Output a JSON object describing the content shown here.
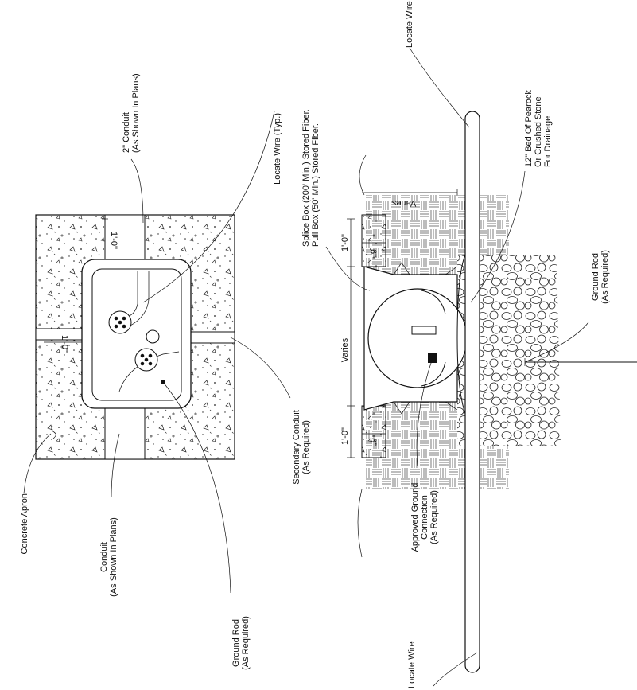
{
  "labels": {
    "locate_wire_typ": "Locate Wire (Typ.)",
    "conduit_2in_l1": "2\" Conduit",
    "conduit_2in_l2": "(As Shown In Plans)",
    "concrete_apron": "Concrete Apron",
    "conduit_l1": "Conduit",
    "conduit_l2": "(As Shown In Plans)",
    "ground_rod_left_l1": "Ground Rod",
    "ground_rod_left_l2": "(As Required)",
    "secondary_conduit_l1": "Secondary Conduit",
    "secondary_conduit_l2": "(As Required)",
    "splice_box_l1": "Splice Box (200' Min.) Stored Fiber.",
    "splice_box_l2": "Pull Box (50' Min.) Stored Fiber.",
    "locate_wire_top": "Locate Wire",
    "locate_wire_bottom": "Locate Wire",
    "bed_l1": "12\" Bed Of Pearock",
    "bed_l2": "Or Crushed Stone",
    "bed_l3": "For Drainage",
    "ground_rod_right_l1": "Ground Rod",
    "ground_rod_right_l2": "(As Required)",
    "approved_ground_l1": "Approved Ground",
    "approved_ground_l2": "Connection",
    "approved_ground_l3": "(As Required)"
  },
  "dimensions": {
    "one_foot_top": "1'-0\"",
    "one_foot_mid": "1'-0\"",
    "varies_right": "Varies",
    "varies_main": "Varies",
    "one_foot_sec_top": "1'-0\"",
    "one_foot_sec_bottom": "1'-0\"",
    "six_in_top": "6\"",
    "six_in_bottom": "6\""
  }
}
